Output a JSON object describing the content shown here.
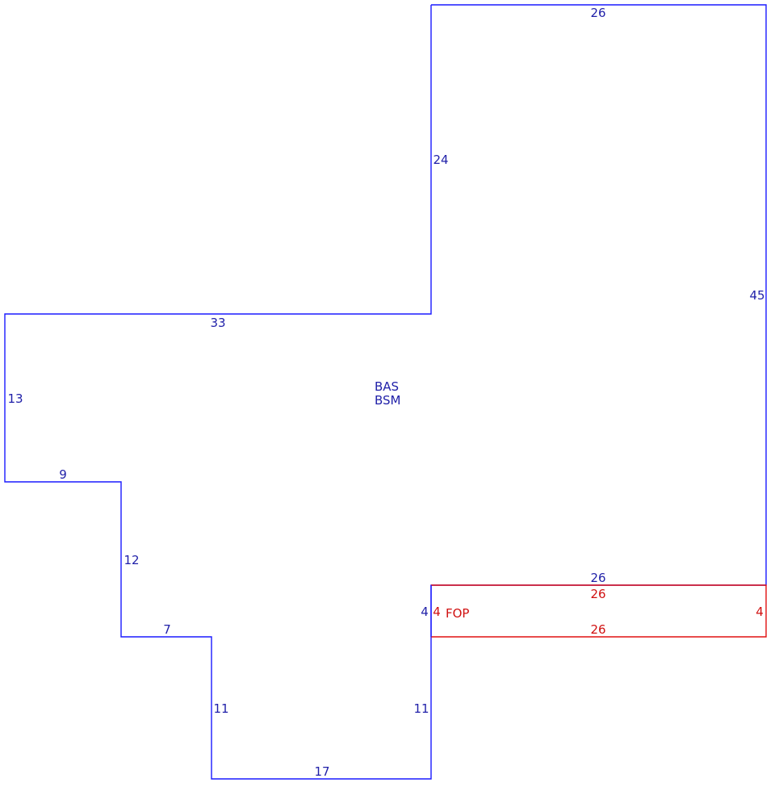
{
  "main_area": {
    "label_line1": "BAS",
    "label_line2": "BSM",
    "color": "#1a1aff",
    "dimensions": {
      "top": "26",
      "right": "45",
      "upper_left_vertical": "24",
      "upper_left_horizontal": "33",
      "left": "13",
      "left_step_horizontal": "9",
      "left_step_vertical": "12",
      "lower_step_horizontal": "7",
      "lower_left_vertical": "11",
      "bottom": "17",
      "lower_right_vertical": "11",
      "notch_vertical": "4",
      "notch_horizontal": "26"
    }
  },
  "porch_area": {
    "label": "FOP",
    "color": "#e01010",
    "dimensions": {
      "top": "26",
      "bottom": "26",
      "left": "4",
      "right": "4"
    }
  }
}
